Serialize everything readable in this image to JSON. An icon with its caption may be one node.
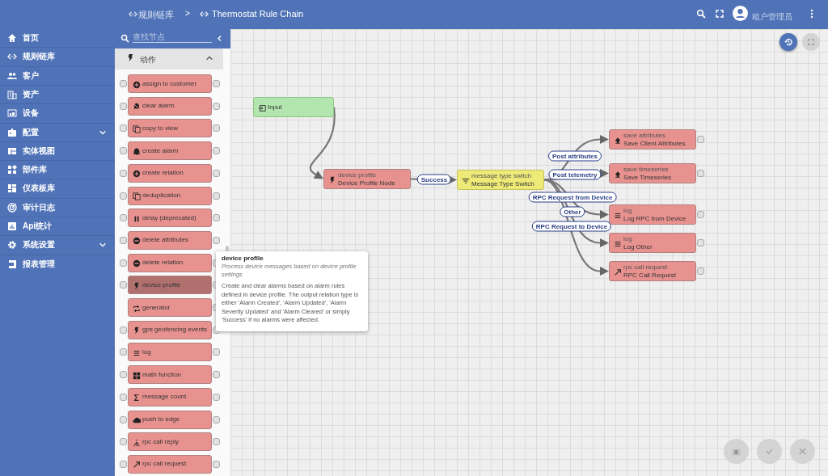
{
  "diagram": {
    "nodes": [
      {
        "text": [
          "Input"
        ]
      },
      {
        "text": [
          "device profile",
          "Device Profile Node"
        ]
      },
      {
        "text": [
          "message type switch",
          "Message Type Switch"
        ]
      },
      {
        "text": [
          "save attributes",
          "Save Client Attributes"
        ]
      },
      {
        "text": [
          "save timeseries",
          "Save Timeseries"
        ]
      },
      {
        "text": [
          "log",
          "Log RPC from Device"
        ]
      },
      {
        "text": [
          "log",
          "Log Other"
        ]
      },
      {
        "text": [
          "rpc call request",
          "RPC Call Request"
        ]
      },
      {
        "text": [
          "device profile",
          "Process device messages based on device profile settings",
          "Create and clear alarms based on alarm rules defined in device profile. The output relation type is either 'Alarm Created', 'Alarm Updated', 'Alarm Severity Updated' and 'Alarm Cleared' or simply 'Success' if no alarms were affected."
        ]
      },
      {
        "text": [
          "assign to customer"
        ]
      },
      {
        "text": [
          "clear alarm"
        ]
      },
      {
        "text": [
          "copy to view"
        ]
      },
      {
        "text": [
          "create alarm"
        ]
      },
      {
        "text": [
          "create relation"
        ]
      },
      {
        "text": [
          "deduplication"
        ]
      },
      {
        "text": [
          "delay (deprecated)"
        ]
      },
      {
        "text": [
          "delete attributes"
        ]
      },
      {
        "text": [
          "delete relation"
        ]
      },
      {
        "text": [
          "device profile"
        ]
      },
      {
        "text": [
          "generator"
        ]
      },
      {
        "text": [
          "gps geofencing events"
        ]
      },
      {
        "text": [
          "log"
        ]
      },
      {
        "text": [
          "math function"
        ]
      },
      {
        "text": [
          "message count"
        ]
      },
      {
        "text": [
          "push to edge"
        ]
      },
      {
        "text": [
          "rpc call reply"
        ]
      },
      {
        "text": [
          "rpc call request"
        ]
      }
    ],
    "edges": [
      {
        "from": 0,
        "to": 1,
        "arrow": "to"
      },
      {
        "from": 1,
        "to": 2,
        "arrow": "to",
        "label": "Success"
      },
      {
        "from": 2,
        "to": 3,
        "arrow": "to",
        "label": "Post attributes"
      },
      {
        "from": 2,
        "to": 4,
        "arrow": "to",
        "label": "Post telemetry"
      },
      {
        "from": 2,
        "to": 5,
        "arrow": "to",
        "label": "RPC Request from Device"
      },
      {
        "from": 2,
        "to": 6,
        "arrow": "to",
        "label": "Other"
      },
      {
        "from": 2,
        "to": 7,
        "arrow": "to",
        "label": "RPC Request to Device"
      }
    ],
    "labels": [
      "规则链库",
      ">",
      "Thermostat Rule Chain",
      "租户管理员",
      "首页",
      "规则链库",
      "客户",
      "资产",
      "设备",
      "配置",
      "实体视图",
      "部件库",
      "仪表板库",
      "审计日志",
      "Api统计",
      "系统设置",
      "报表管理",
      "查找节点",
      "动作"
    ]
  }
}
